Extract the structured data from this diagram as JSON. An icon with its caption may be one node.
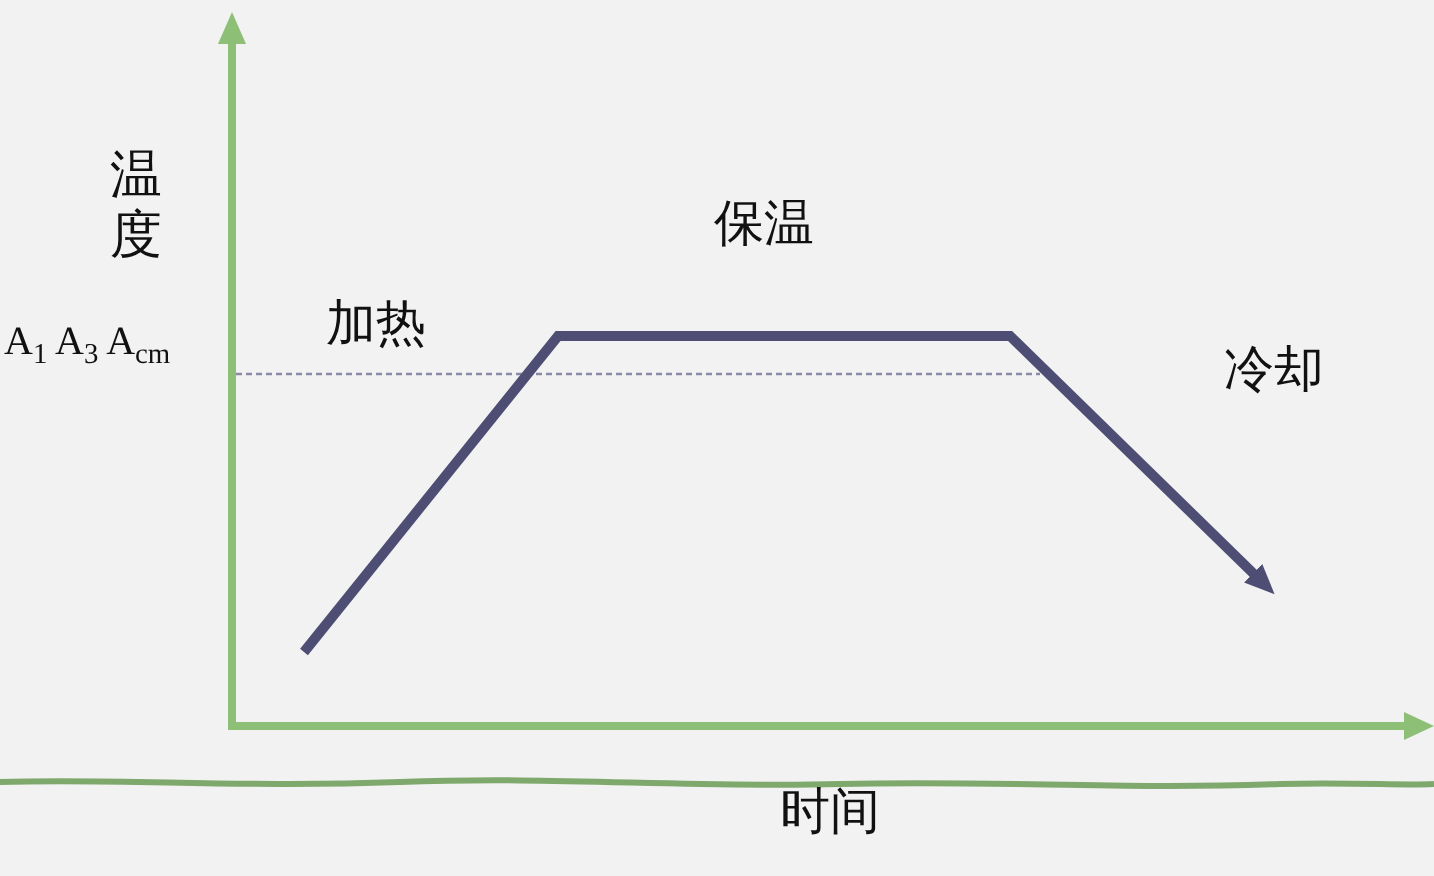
{
  "diagram": {
    "labels": [
      "温度",
      "保温",
      "A$_{1}$ A$_{3}$ A$_{cm}$",
      "加热",
      "冷却",
      "时间"
    ]
  }
}
